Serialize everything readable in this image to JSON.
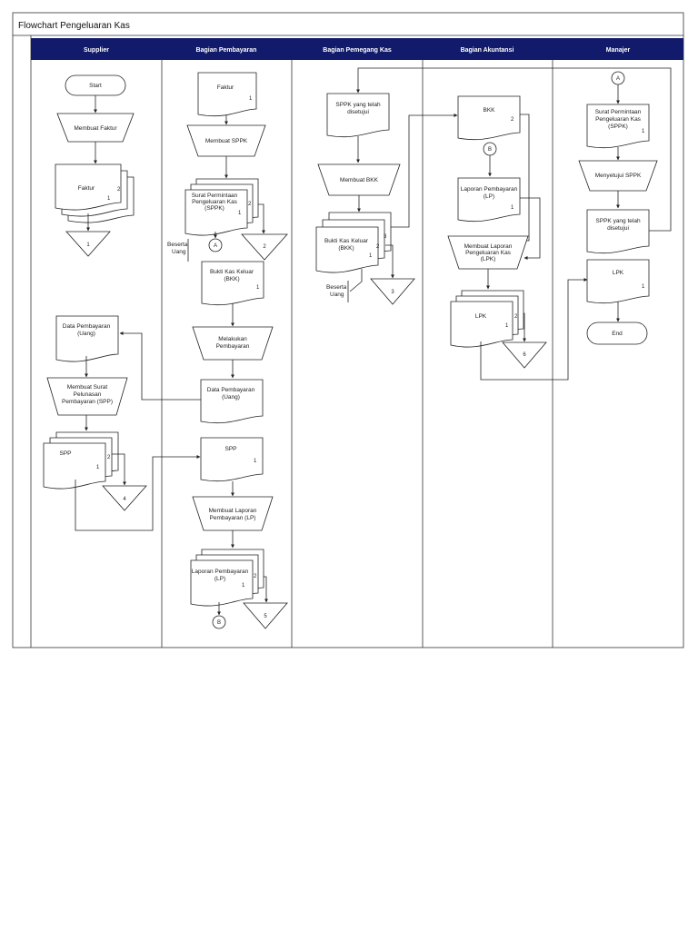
{
  "title": "Flowchart Pengeluaran Kas",
  "colors": {
    "header": "#111a6b",
    "header_text": "#ffffff",
    "line": "#222222"
  },
  "lanes": [
    "Supplier",
    "Bagian Pembayaran",
    "Bagian Pemegang Kas",
    "Bagian Akuntansi",
    "Manajer"
  ],
  "supplier": {
    "start": "Start",
    "membuat_faktur": "Membuat Faktur",
    "faktur": "Faktur",
    "faktur_num1": "1",
    "faktur_num2": "2",
    "off1": "1",
    "data_pembayaran_l1": "Data Pembayaran",
    "data_pembayaran_l2": "(Uang)",
    "membuat_spp_l1": "Membuat Surat",
    "membuat_spp_l2": "Pelunasan",
    "membuat_spp_l3": "Pembayaran (SPP)",
    "spp": "SPP",
    "spp_num2": "2",
    "spp_num1": "1",
    "off4": "4"
  },
  "pembayaran": {
    "faktur": "Faktur",
    "faktur_num": "1",
    "membuat_sppk": "Membuat SPPK",
    "sppk_l1": "Surat Permintaan",
    "sppk_l2": "Pengeluaran Kas",
    "sppk_l3": "(SPPK)",
    "sppk_num2": "2",
    "sppk_num1": "1",
    "conn_a": "A",
    "off2": "2",
    "beserta_l1": "Beserta",
    "beserta_l2": "Uang",
    "bkk_l1": "Bukti Kas Keluar",
    "bkk_l2": "(BKK)",
    "bkk_num": "1",
    "melakukan_l1": "Melakukan",
    "melakukan_l2": "Pembayaran",
    "data_l1": "Data Pembayaran",
    "data_l2": "(Uang)",
    "spp": "SPP",
    "spp_num": "1",
    "membuat_lp_l1": "Membuat Laporan",
    "membuat_lp_l2": "Pembayaran (LP)",
    "lp_l1": "Laporan Pembayaran",
    "lp_l2": "(LP)",
    "lp_num2": "2",
    "lp_num1": "1",
    "conn_b": "B",
    "off5": "5"
  },
  "pemegang_kas": {
    "sppk_l1": "SPPK yang telah",
    "sppk_l2": "disetujui",
    "membuat_bkk": "Membuat BKK",
    "bkk_l1": "Bukti Kas Keluar",
    "bkk_l2": "(BKK)",
    "bkk_num3": "3",
    "bkk_num2": "2",
    "bkk_num1": "1",
    "beserta_l1": "Beserta",
    "beserta_l2": "Uang",
    "off3": "3"
  },
  "akuntansi": {
    "bkk": "BKK",
    "bkk_num": "2",
    "conn_b": "B",
    "lp_l1": "Laporan Pembayaran",
    "lp_l2": "(LP)",
    "lp_num": "1",
    "membuat_lpk_l1": "Membuat Laporan",
    "membuat_lpk_l2": "Pengeluaran Kas",
    "membuat_lpk_l3": "(LPK)",
    "lpk": "LPK",
    "lpk_num2": "2",
    "lpk_num1": "1",
    "off6": "6"
  },
  "manajer": {
    "conn_a": "A",
    "sppk_l1": "Surat Permintaan",
    "sppk_l2": "Pengeluaran Kas",
    "sppk_l3": "(SPPK)",
    "sppk_num": "1",
    "menyetujui": "Menyetujui SPPK",
    "sppk_ok_l1": "SPPK yang telah",
    "sppk_ok_l2": "disetujui",
    "lpk": "LPK",
    "lpk_num": "1",
    "end": "End"
  }
}
